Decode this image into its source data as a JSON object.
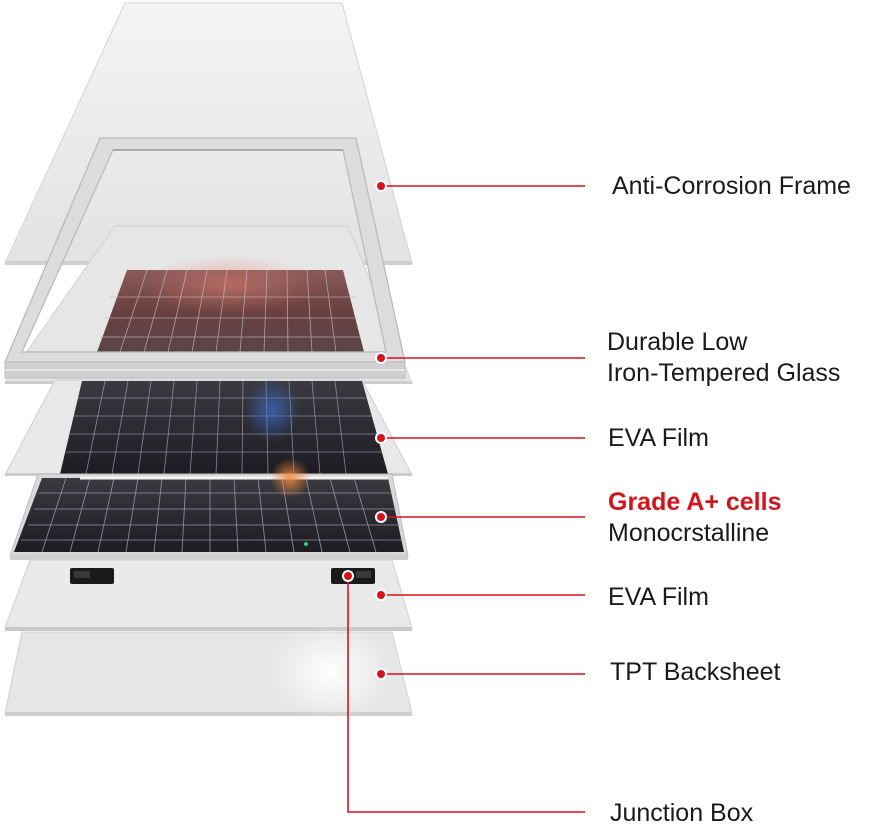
{
  "accent_color": "#d4141c",
  "labels": {
    "frame": "Anti-Corrosion Frame",
    "glass_line1": "Durable Low",
    "glass_line2": "Iron-Tempered Glass",
    "eva_top": "EVA Film",
    "cells_line1": "Grade A+ cells",
    "cells_line2": "Monocrstalline",
    "eva_bottom": "EVA Film",
    "backsheet": "TPT Backsheet",
    "junction": "Junction Box"
  }
}
